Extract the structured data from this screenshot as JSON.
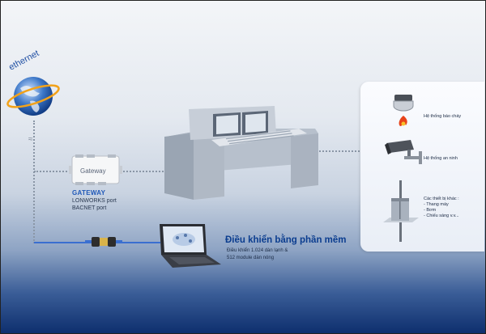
{
  "ethernet": {
    "label": "ethernet"
  },
  "gateway": {
    "device_label": "Gateway",
    "title": "GATEWAY",
    "lines": [
      "LONWORKS port",
      "BACNET port"
    ]
  },
  "software": {
    "title": "Điều khiển bằng phần mềm",
    "lines": [
      "Điều khiển 1.024 dàn lạnh &",
      "512 module dàn nóng"
    ]
  },
  "systems": {
    "fire_alarm": "Hệ thống báo cháy",
    "security": "Hệ thống an ninh",
    "other_title": "Các thiết bị khác :",
    "other_items": [
      "- Thang máy",
      "- Bơm",
      "- Chiếu sáng v.v..."
    ]
  },
  "colors": {
    "accent_blue": "#1f58b8",
    "connection_blue": "#3a6fd0",
    "fire_red": "#e8431a"
  }
}
